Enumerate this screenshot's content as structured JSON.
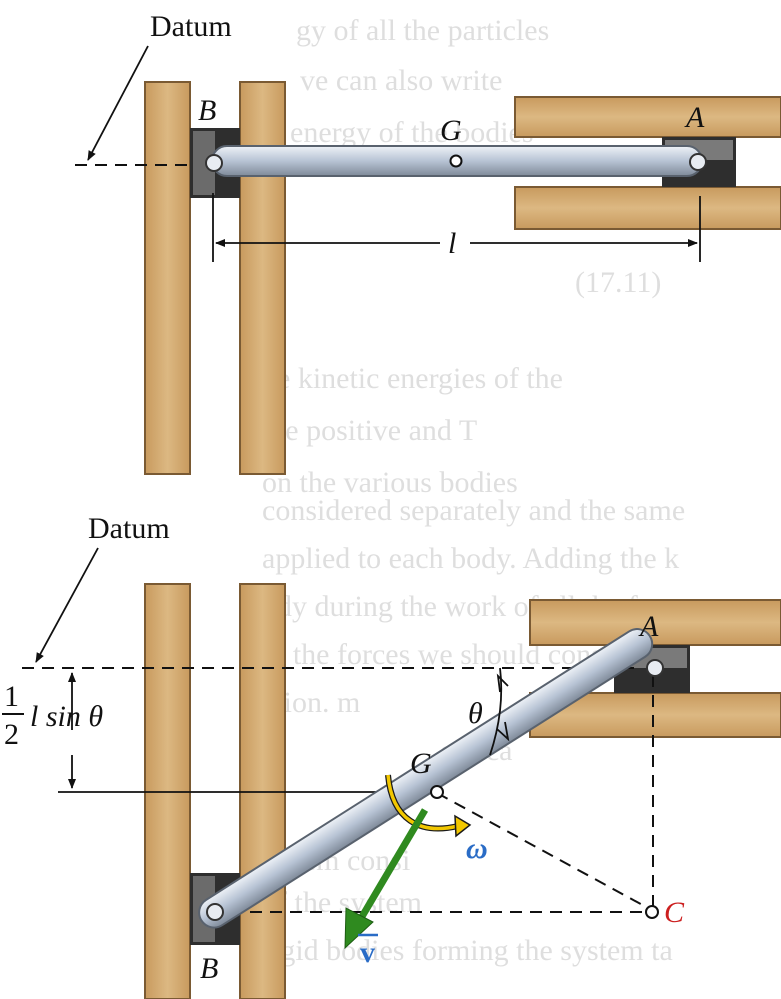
{
  "top_diagram": {
    "datum_label": "Datum",
    "point_b": "B",
    "point_g": "G",
    "point_a": "A",
    "length_label": "l"
  },
  "bottom_diagram": {
    "datum_label": "Datum",
    "point_a": "A",
    "point_g": "G",
    "point_b": "B",
    "point_c": "C",
    "angle_label": "θ",
    "omega_label": "ω",
    "velocity_label": "v",
    "height_fraction_num": "1",
    "height_fraction_den": "2",
    "height_expr": "l sin θ"
  },
  "bleed_through_text": [
    "gy of all the particles",
    "ve can also write",
    "energy of the bodies",
    "(17.11)",
    "he kinetic energies of the",
    "are positive and T",
    "on the various bodies",
    "considered separately and the same",
    "applied to each body. Adding the k",
    "ody during the work of all the f",
    "in the forces we should conside",
    "ction. m",
    "oth ca",
    "a stem consi",
    "of the system",
    "rigid bodies forming the system ta"
  ],
  "colors": {
    "wall": "#d6b177",
    "wall_edge": "#7a5a33",
    "rod": "#b7c3d4",
    "rod_edge": "#59626e",
    "collar": "#2e2e2e",
    "velocity_arrow": "#2f8a1f",
    "omega_label": "#2a6cc6",
    "point_c": "#cc1f1f"
  }
}
